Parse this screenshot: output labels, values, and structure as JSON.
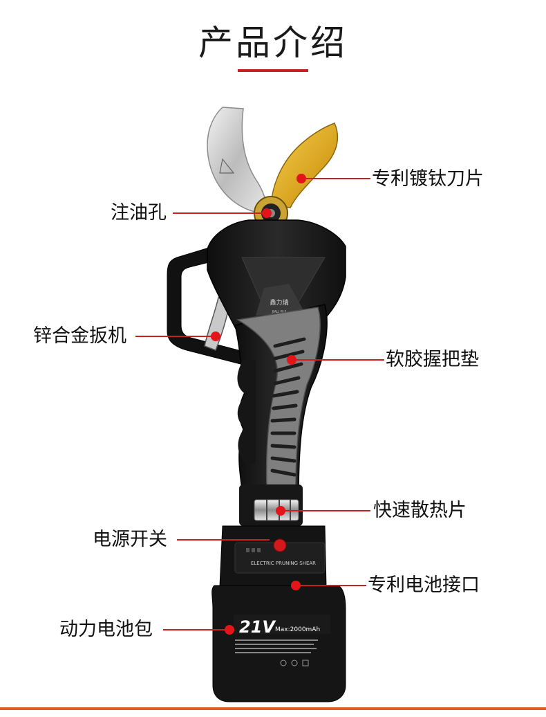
{
  "page": {
    "title": "产品介绍"
  },
  "brand": {
    "logo_text": "鑫力瑞",
    "logo_sub": "JIALI RUI"
  },
  "battery": {
    "voltage": "21V",
    "capacity": "Max:2000mAh",
    "panel_label": "ELECTRIC PRUNING SHEAR"
  },
  "callouts": [
    {
      "id": "blade",
      "label": "专利镀钛刀片"
    },
    {
      "id": "oil-hole",
      "label": "注油孔"
    },
    {
      "id": "trigger",
      "label": "锌合金扳机"
    },
    {
      "id": "grip-pad",
      "label": "软胶握把垫"
    },
    {
      "id": "heat-sink",
      "label": "快速散热片"
    },
    {
      "id": "power-switch",
      "label": "电源开关"
    },
    {
      "id": "battery-port",
      "label": "专利电池接口"
    },
    {
      "id": "battery-pack",
      "label": "动力电池包"
    }
  ],
  "colors": {
    "accent": "#c8201f",
    "callout_dot": "#e3151a",
    "blade_gold": "#d9a520",
    "body": "#1b1b1b",
    "grip": "#8a8a8a",
    "bottom_line": "#e25a1c"
  }
}
